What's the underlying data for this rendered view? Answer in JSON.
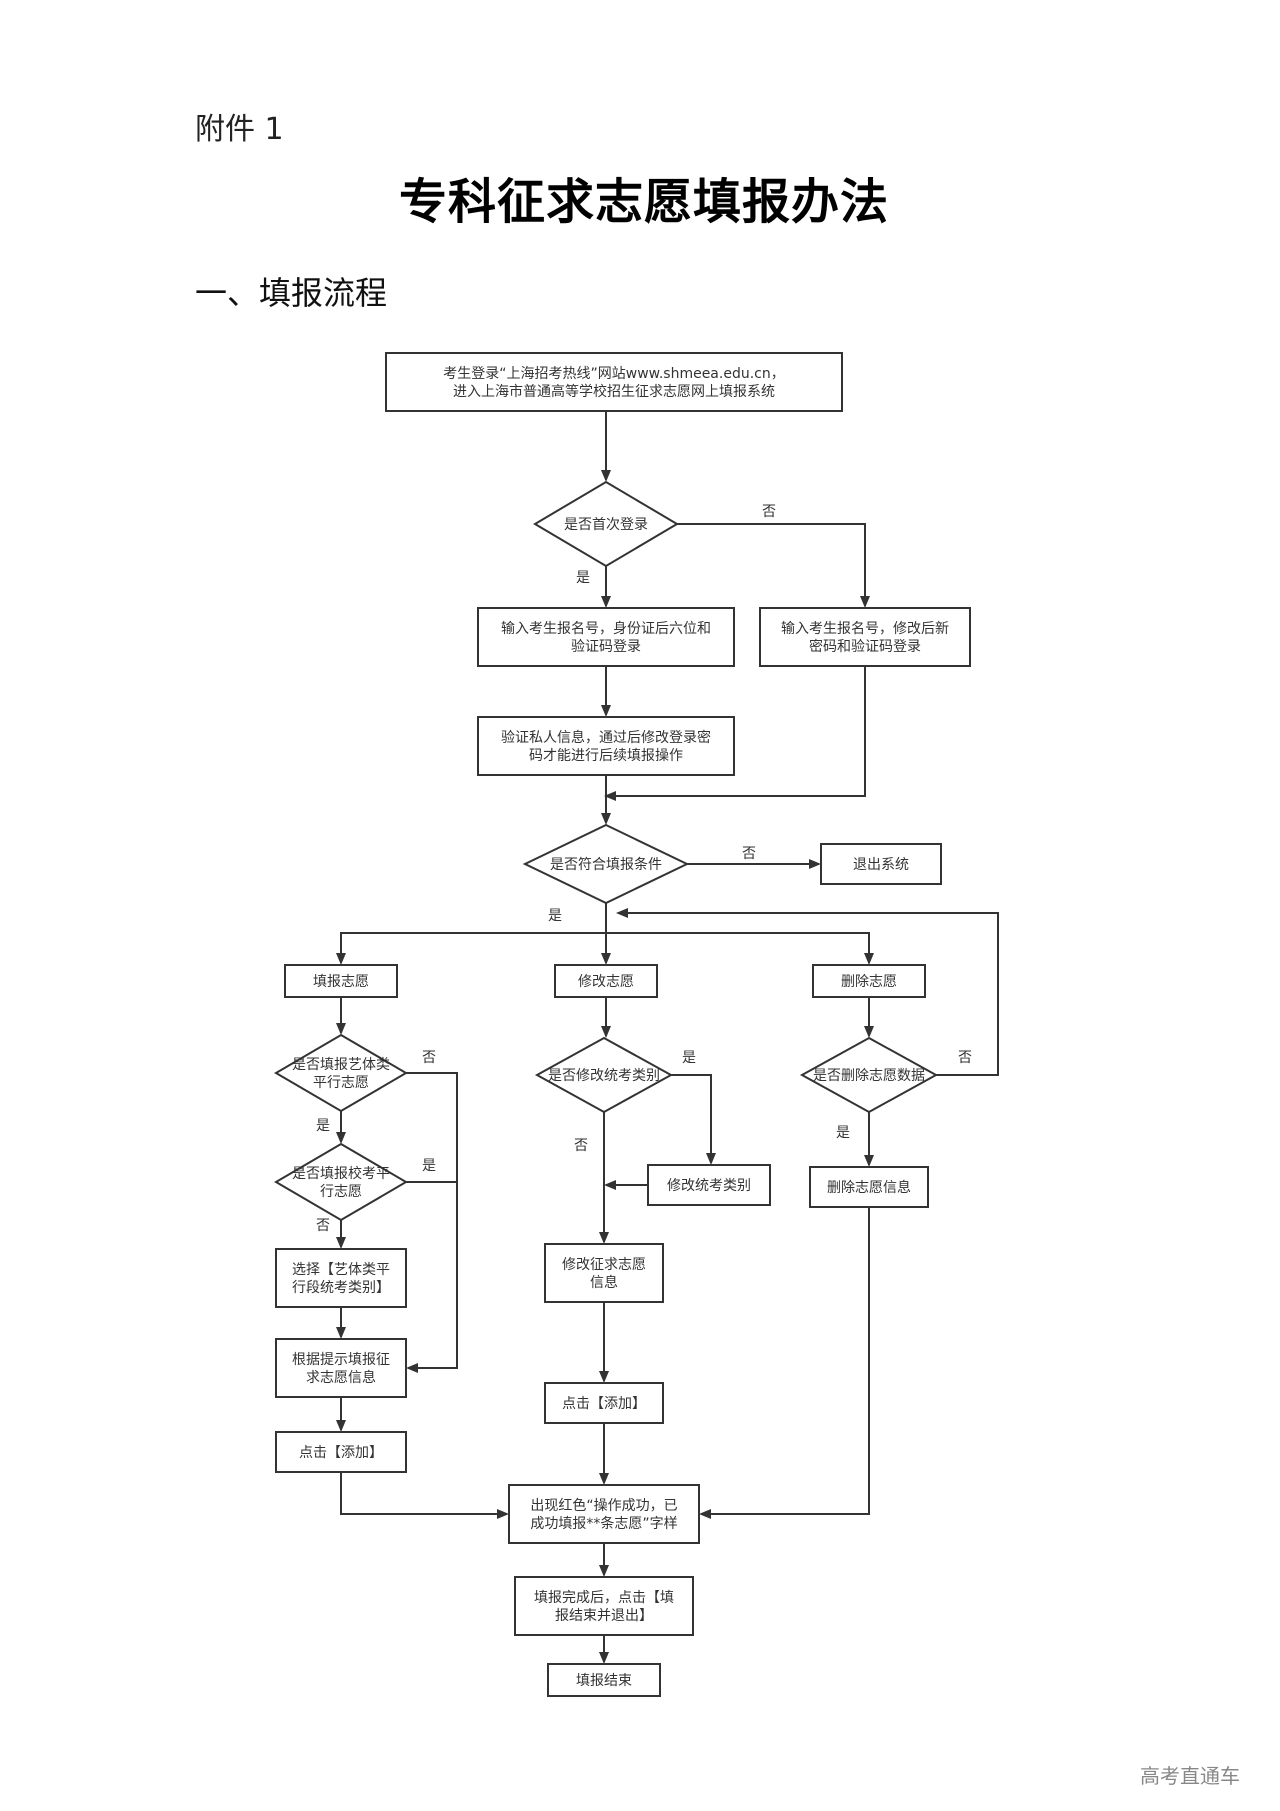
{
  "header": {
    "attachment_label": "附件 1",
    "title": "专科征求志愿填报办法",
    "section_heading": "一、填报流程"
  },
  "flowchart": {
    "nodes": {
      "login": [
        "考生登录“上海招考热线”网站www.shmeea.edu.cn，",
        "进入上海市普通高等学校招生征求志愿网上填报系统"
      ],
      "first_login": [
        "是否首次登录"
      ],
      "first_input": [
        "输入考生报名号，身份证后六位和",
        "验证码登录"
      ],
      "other_input": [
        "输入考生报名号，修改后新",
        "密码和验证码登录"
      ],
      "verify": [
        "验证私人信息，通过后修改登录密",
        "码才能进行后续填报操作"
      ],
      "eligible": [
        "是否符合填报条件"
      ],
      "exit_system": [
        "退出系统"
      ],
      "fill": [
        "填报志愿"
      ],
      "modify": [
        "修改志愿"
      ],
      "delete": [
        "删除志愿"
      ],
      "art_parallel": [
        "是否填报艺体类",
        "平行志愿"
      ],
      "school_parallel": [
        "是否填报校考平",
        "行志愿"
      ],
      "select_art": [
        "选择【艺体类平",
        "行段统考类别】"
      ],
      "fill_info": [
        "根据提示填报征",
        "求志愿信息"
      ],
      "click_add_left": [
        "点击【添加】"
      ],
      "modify_category_q": [
        "是否修改统考类别"
      ],
      "modify_category": [
        "修改统考类别"
      ],
      "modify_info": [
        "修改征求志愿",
        "信息"
      ],
      "click_add_mid": [
        "点击【添加】"
      ],
      "delete_q": [
        "是否删除志愿数据"
      ],
      "delete_info": [
        "删除志愿信息"
      ],
      "success": [
        "出现红色“操作成功，已",
        "成功填报**条志愿”字样"
      ],
      "finish_click": [
        "填报完成后，点击【填",
        "报结束并退出】"
      ],
      "end": [
        "填报结束"
      ]
    },
    "edge_labels": {
      "yes": "是",
      "no": "否"
    }
  },
  "footer": {
    "watermark": "高考直通车"
  }
}
